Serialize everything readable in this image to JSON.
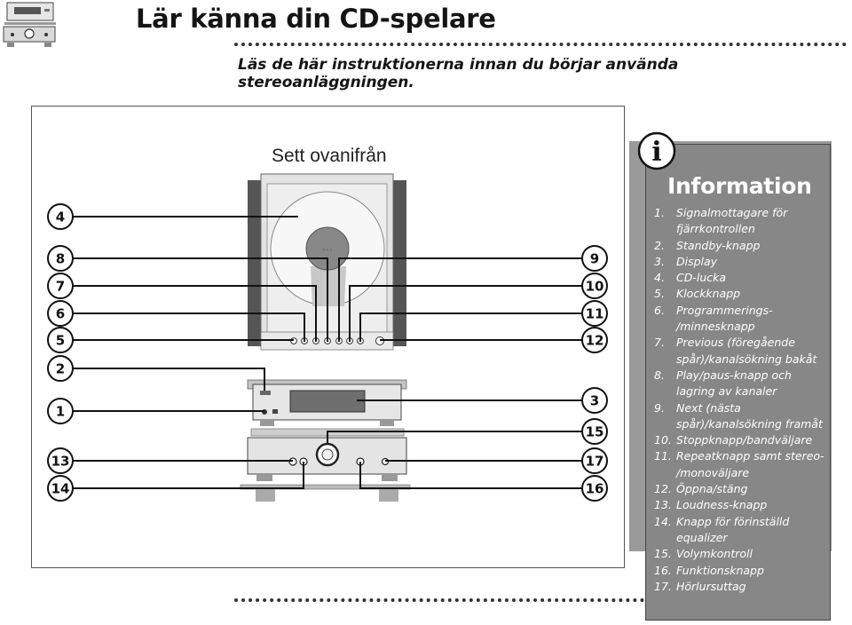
{
  "title": "Lär känna din CD-spelare",
  "subtitle": "Läs de här instruktionerna innan du börjar använda stereoanläggningen.",
  "diagram": {
    "view_label": "Sett ovanifrån",
    "callouts_left": [
      "4",
      "8",
      "7",
      "6",
      "5",
      "2",
      "1",
      "13",
      "14"
    ],
    "callouts_right": [
      "9",
      "10",
      "11",
      "12",
      "3",
      "15",
      "17",
      "16"
    ]
  },
  "info": {
    "icon_letter": "i",
    "heading": "Information",
    "items": [
      {
        "num": "1.",
        "text": "Signalmottagare för fjärrkontrollen"
      },
      {
        "num": "2.",
        "text": "Standby-knapp"
      },
      {
        "num": "3.",
        "text": "Display"
      },
      {
        "num": "4.",
        "text": "CD-lucka"
      },
      {
        "num": "5.",
        "text": "Klockknapp"
      },
      {
        "num": "6.",
        "text": "Programmerings- /minnesknapp"
      },
      {
        "num": "7.",
        "text": "Previous (föregående spår)/kanalsökning bakåt"
      },
      {
        "num": "8.",
        "text": "Play/paus-knapp och lagring av kanaler"
      },
      {
        "num": "9.",
        "text": "Next (nästa spår)/kanalsökning framåt"
      },
      {
        "num": "10.",
        "text": "Stoppknapp/bandväljare"
      },
      {
        "num": "11.",
        "text": "Repeatknapp samt stereo- /monoväljare"
      },
      {
        "num": "12.",
        "text": "Öppna/stäng"
      },
      {
        "num": "13.",
        "text": "Loudness-knapp"
      },
      {
        "num": "14.",
        "text": "Knapp för förinställd equalizer"
      },
      {
        "num": "15.",
        "text": "Volymkontroll"
      },
      {
        "num": "16.",
        "text": "Funktionsknapp"
      },
      {
        "num": "17.",
        "text": "Hörlursuttag"
      }
    ]
  }
}
